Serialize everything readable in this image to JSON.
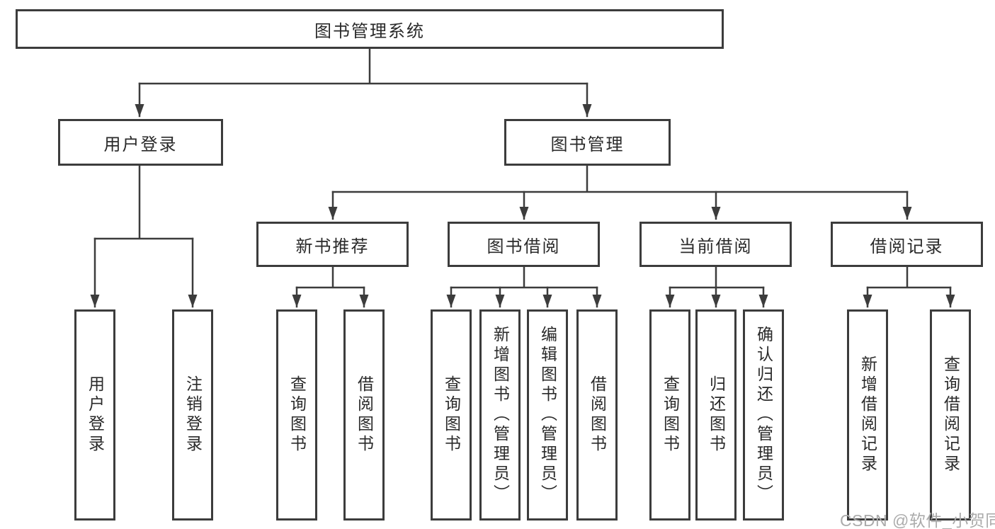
{
  "diagram_title": "图书管理系统",
  "colors": {
    "background": "#ffffff",
    "fill": "#ffffff",
    "border": "#3c3c3c",
    "line": "#3c3c3c",
    "text": "#2a2a2a",
    "watermark": "#ababab"
  },
  "tree": {
    "root": {
      "label": "图书管理系统"
    },
    "children": [
      {
        "label": "用户登录",
        "children": [
          {
            "label": "用户登录"
          },
          {
            "label": "注销登录"
          }
        ]
      },
      {
        "label": "图书管理",
        "children": [
          {
            "label": "新书推荐",
            "children": [
              {
                "label": "查询图书"
              },
              {
                "label": "借阅图书"
              }
            ]
          },
          {
            "label": "图书借阅",
            "children": [
              {
                "label": "查询图书"
              },
              {
                "label": "新增图书（管理员）"
              },
              {
                "label": "编辑图书（管理员）"
              },
              {
                "label": "借阅图书"
              }
            ]
          },
          {
            "label": "当前借阅",
            "children": [
              {
                "label": "查询图书"
              },
              {
                "label": "归还图书"
              },
              {
                "label": "确认归还（管理员）"
              }
            ]
          },
          {
            "label": "借阅记录",
            "children": [
              {
                "label": "新增借阅记录"
              },
              {
                "label": "查询借阅记录"
              }
            ]
          }
        ]
      }
    ]
  },
  "watermark": {
    "text": "CSDN @软件_小贺同学"
  }
}
